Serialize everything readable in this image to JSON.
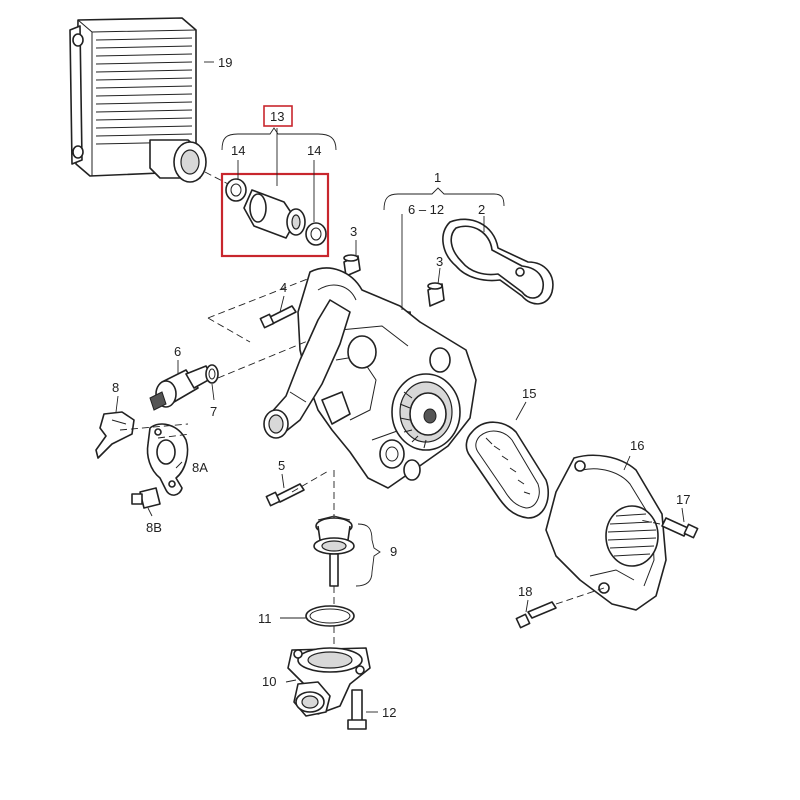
{
  "callouts": {
    "c1": "1",
    "c2": "2",
    "c3a": "3",
    "c3b": "3",
    "c4": "4",
    "c5": "5",
    "c6": "6",
    "c6_12": "6 – 12",
    "c7": "7",
    "c8": "8",
    "c8A": "8A",
    "c8B": "8B",
    "c9": "9",
    "c10": "10",
    "c11": "11",
    "c12": "12",
    "c13": "13",
    "c14a": "14",
    "c14b": "14",
    "c15": "15",
    "c16": "16",
    "c17": "17",
    "c18": "18",
    "c19": "19"
  },
  "colors": {
    "line": "#222222",
    "highlight": "#c8262d",
    "background": "#ffffff"
  }
}
